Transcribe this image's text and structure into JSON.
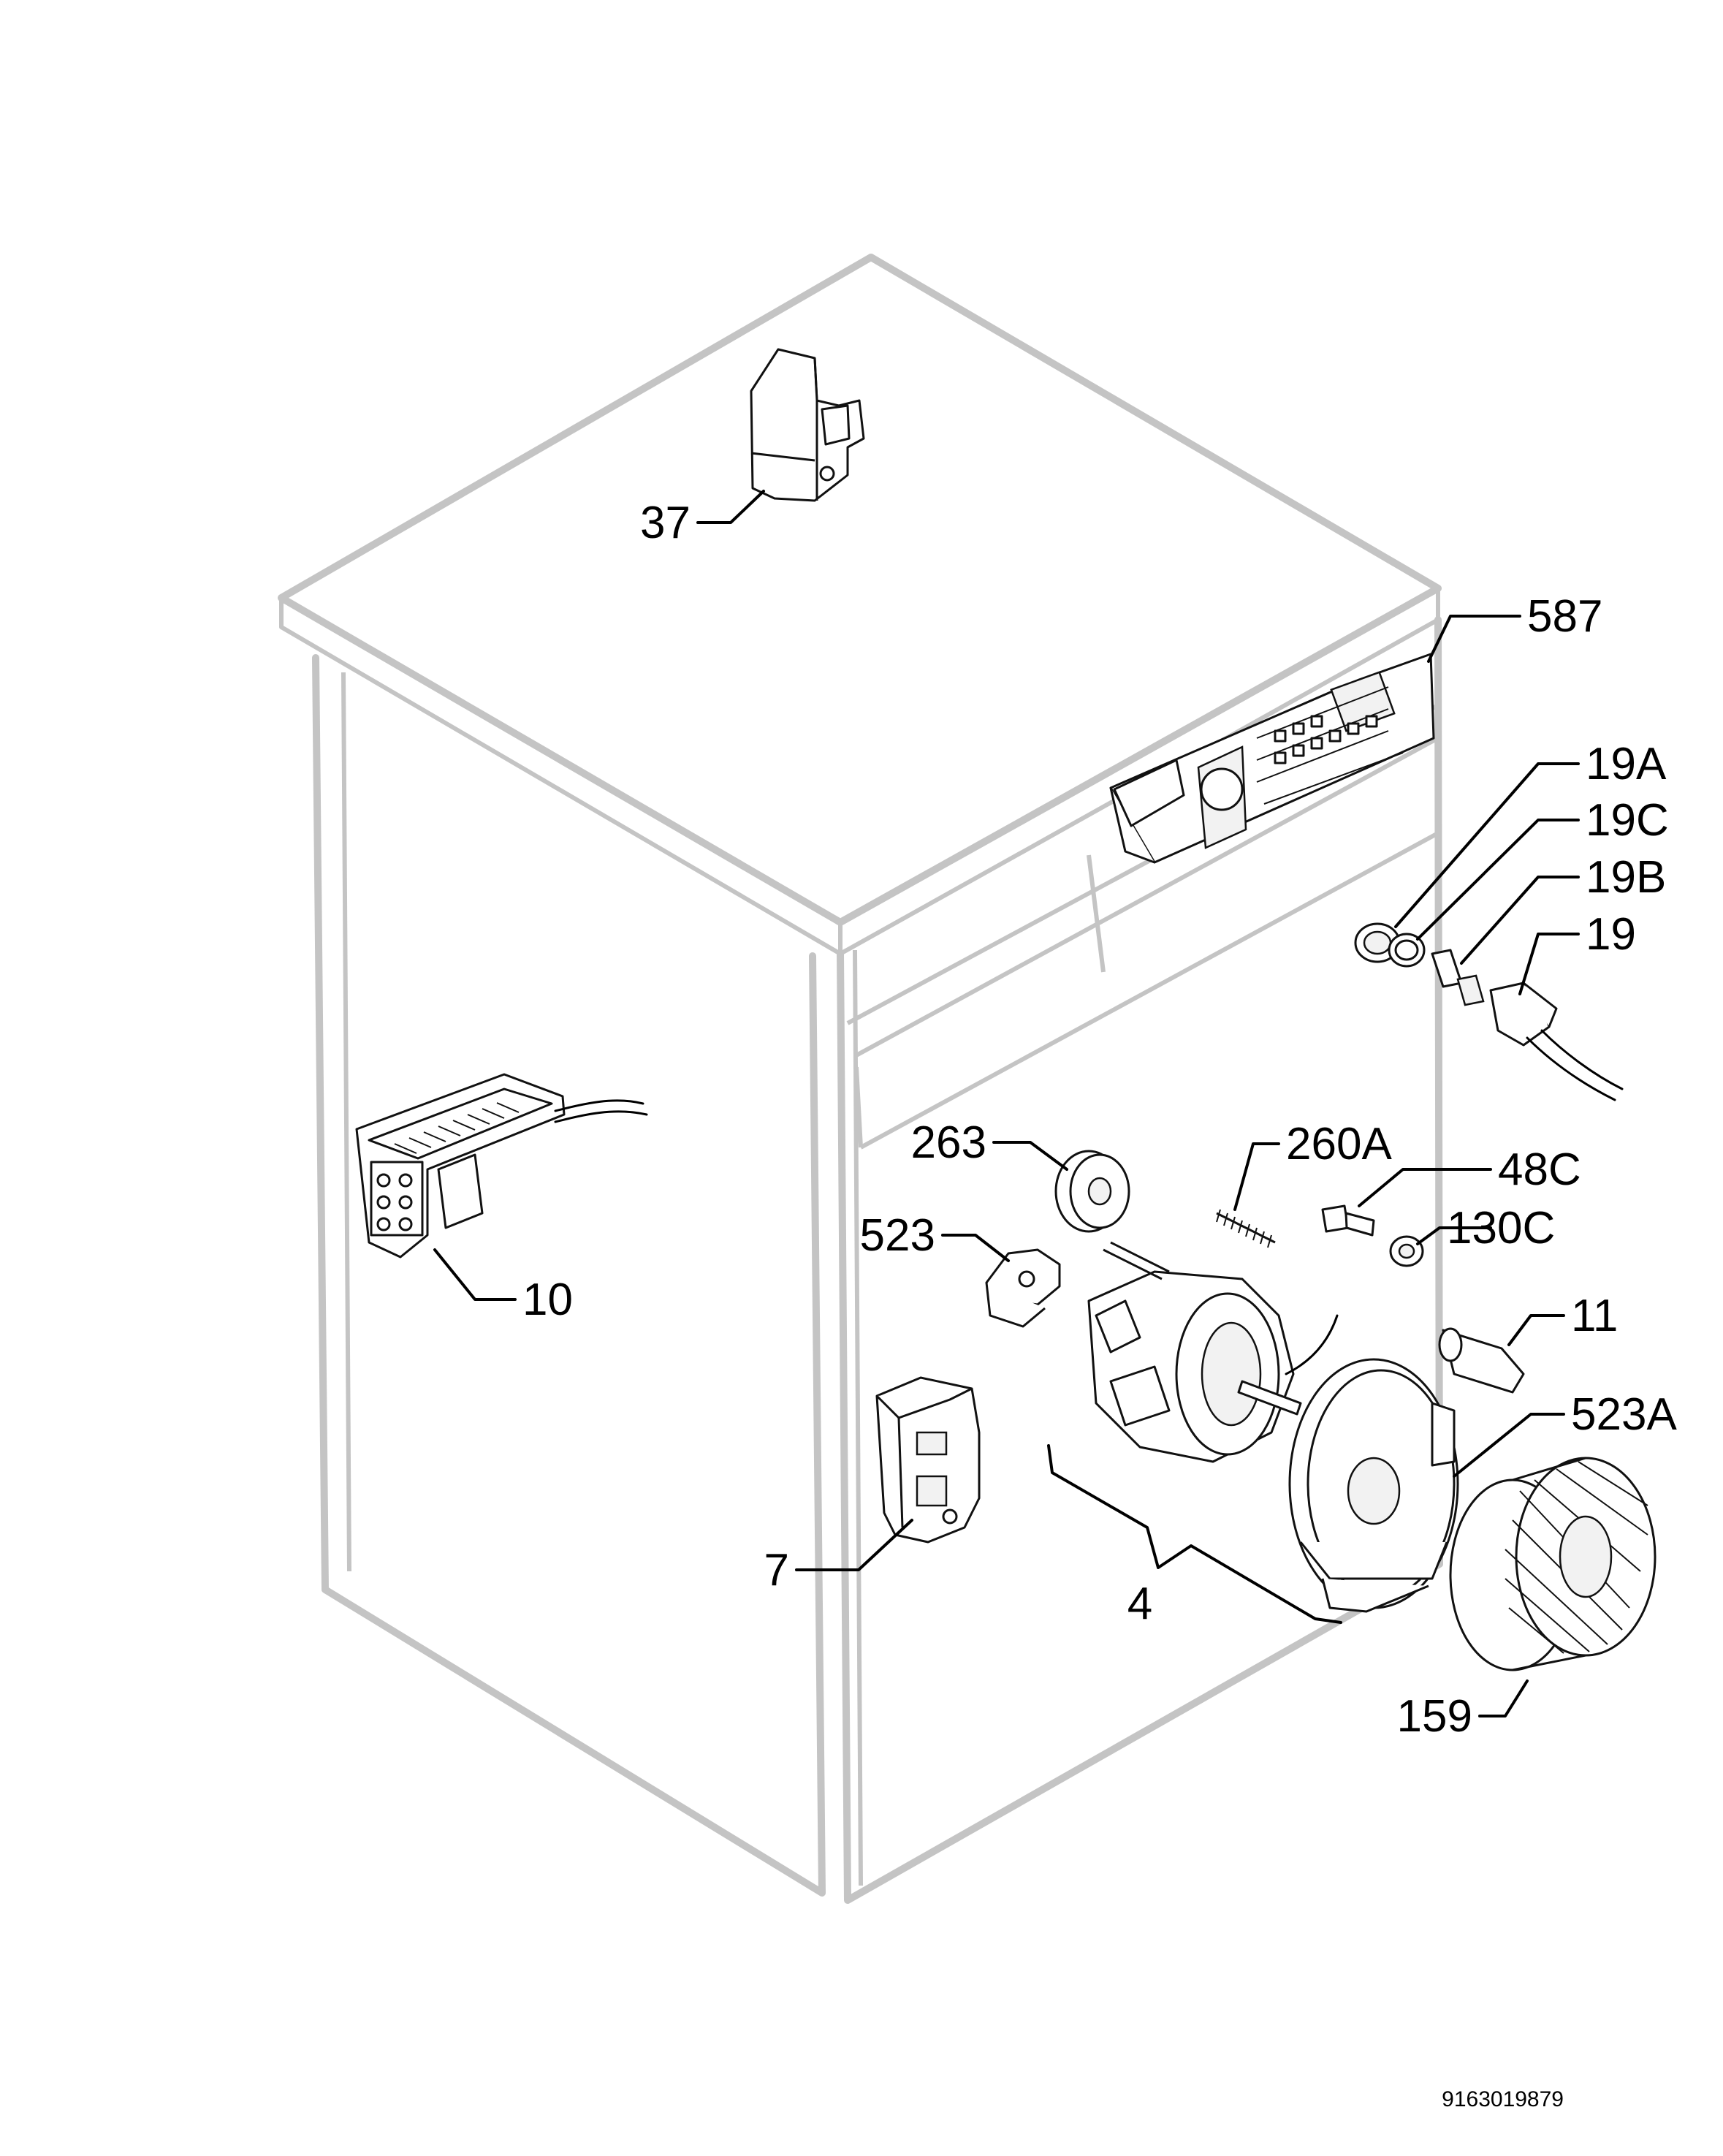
{
  "callouts": {
    "c37": "37",
    "c587": "587",
    "c19A": "19A",
    "c19C": "19C",
    "c19B": "19B",
    "c19": "19",
    "c263": "263",
    "c260A": "260A",
    "c48C": "48C",
    "c130C": "130C",
    "c523": "523",
    "c10": "10",
    "c11": "11",
    "c523A": "523A",
    "c7": "7",
    "c4": "4",
    "c159": "159"
  },
  "reference_number": "9163019879"
}
